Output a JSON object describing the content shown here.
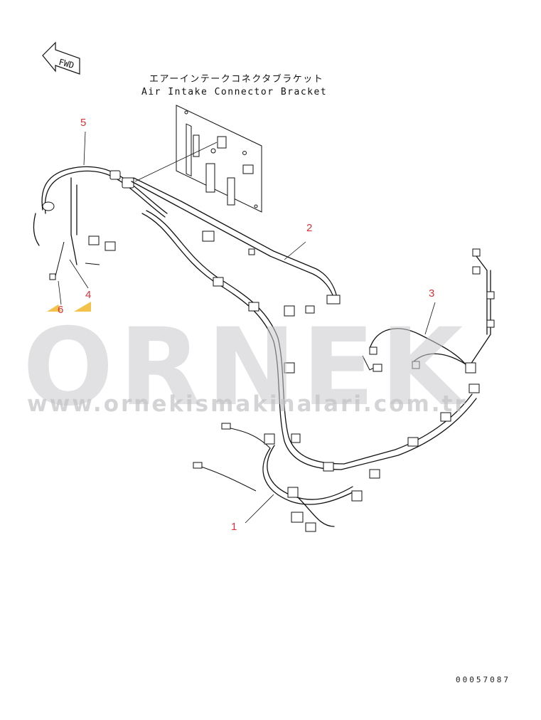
{
  "diagram": {
    "fwd_label": "FWD",
    "caption_jp": "エアーインテークコネクタブラケット",
    "caption_en": "Air Intake Connector Bracket",
    "callouts": [
      "1",
      "2",
      "3",
      "4",
      "5",
      "6"
    ],
    "watermark": {
      "text": "ORNEK",
      "url": "www.ornekismakinalari.com.tr"
    },
    "doc_number": "00057087",
    "colors": {
      "callout": "#d9333a",
      "line": "#111111",
      "watermark": "#c9c9cd",
      "accent": "#f2c24b"
    }
  }
}
